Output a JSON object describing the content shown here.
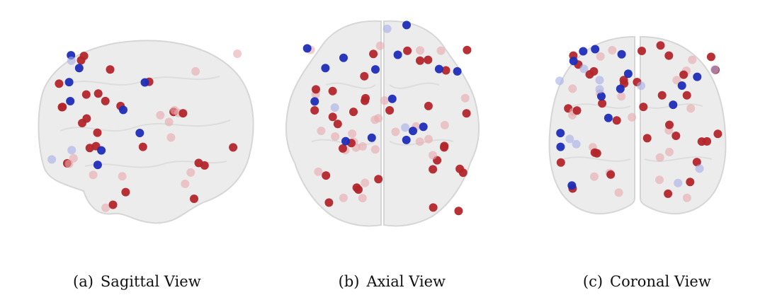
{
  "figure": {
    "captions": [
      {
        "letter": "(a)",
        "text": "Sagittal View"
      },
      {
        "letter": "(b)",
        "text": "Axial View"
      },
      {
        "letter": "(c)",
        "text": "Coronal View"
      }
    ]
  },
  "colors": {
    "brain_surface": "#ececec",
    "brain_edge": "#d6d6d6",
    "node_red": "#b3262b",
    "node_blue": "#1e2db8",
    "node_red_faded": "#e8a9ab",
    "node_blue_faded": "#a7aee8"
  },
  "node_sets": {
    "sagittal": {
      "red": 40,
      "blue": 12
    },
    "axial": {
      "red": 60,
      "blue": 18
    },
    "coronal": {
      "red": 55,
      "blue": 24
    }
  }
}
